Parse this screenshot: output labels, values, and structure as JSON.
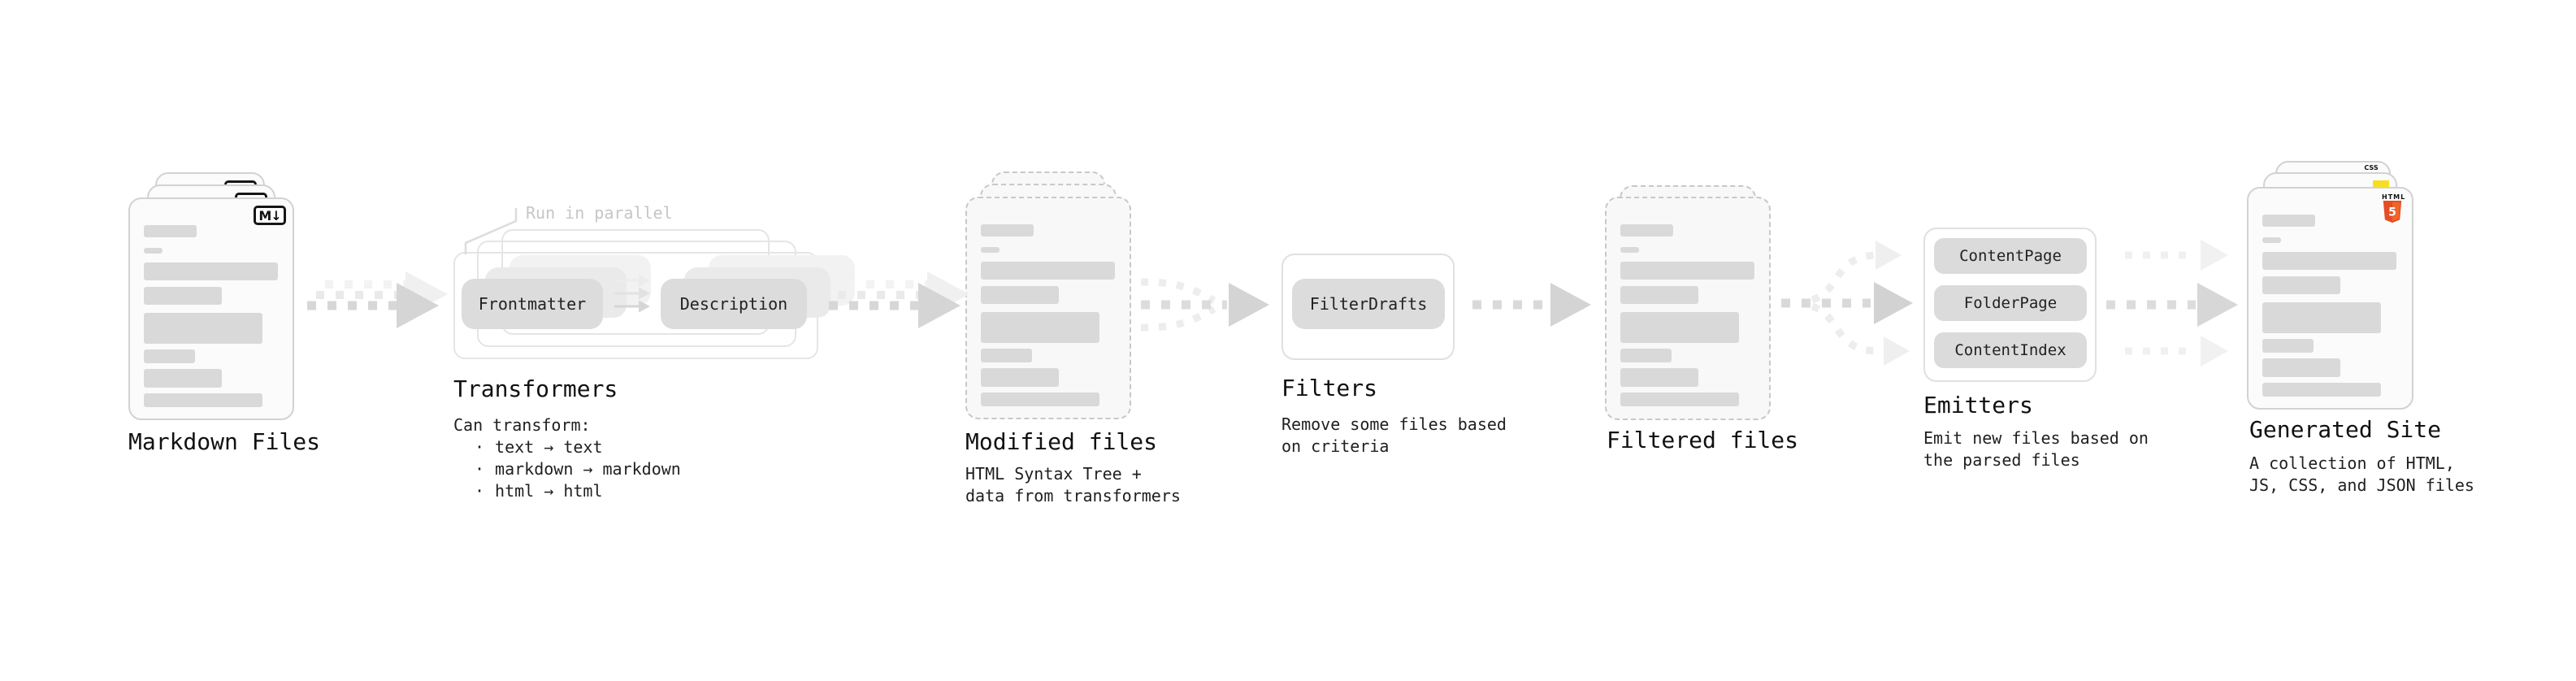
{
  "diagram": {
    "markdown_files": {
      "label": "Markdown Files",
      "badge": "M↓"
    },
    "transformers": {
      "note": "Run in parallel",
      "pill_left": "Frontmatter",
      "pill_right": "Description",
      "title": "Transformers",
      "heading": "Can transform:",
      "bullet_glyph": "·",
      "bullets": [
        "text → text",
        "markdown → markdown",
        "html → html"
      ]
    },
    "modified_files": {
      "title": "Modified files",
      "subtitle": "HTML Syntax Tree +\ndata from transformers"
    },
    "filters": {
      "title": "Filters",
      "pill": "FilterDrafts",
      "subtitle": "Remove some files based\non criteria"
    },
    "filtered_files": {
      "title": "Filtered files"
    },
    "emitters": {
      "title": "Emitters",
      "pills": [
        "ContentPage",
        "FolderPage",
        "ContentIndex"
      ],
      "subtitle": "Emit new files based on\nthe parsed files"
    },
    "generated_site": {
      "title": "Generated Site",
      "subtitle": "A collection of HTML,\nJS, CSS, and JSON files",
      "css_badge": "CSS",
      "html_badge_label": "HTML",
      "html_badge_number": "5"
    },
    "colors": {
      "html_orange": "#e44d26",
      "html_orange_light": "#f16529",
      "js_yellow": "#f7df1e",
      "css_blue": "#2965f1"
    }
  }
}
